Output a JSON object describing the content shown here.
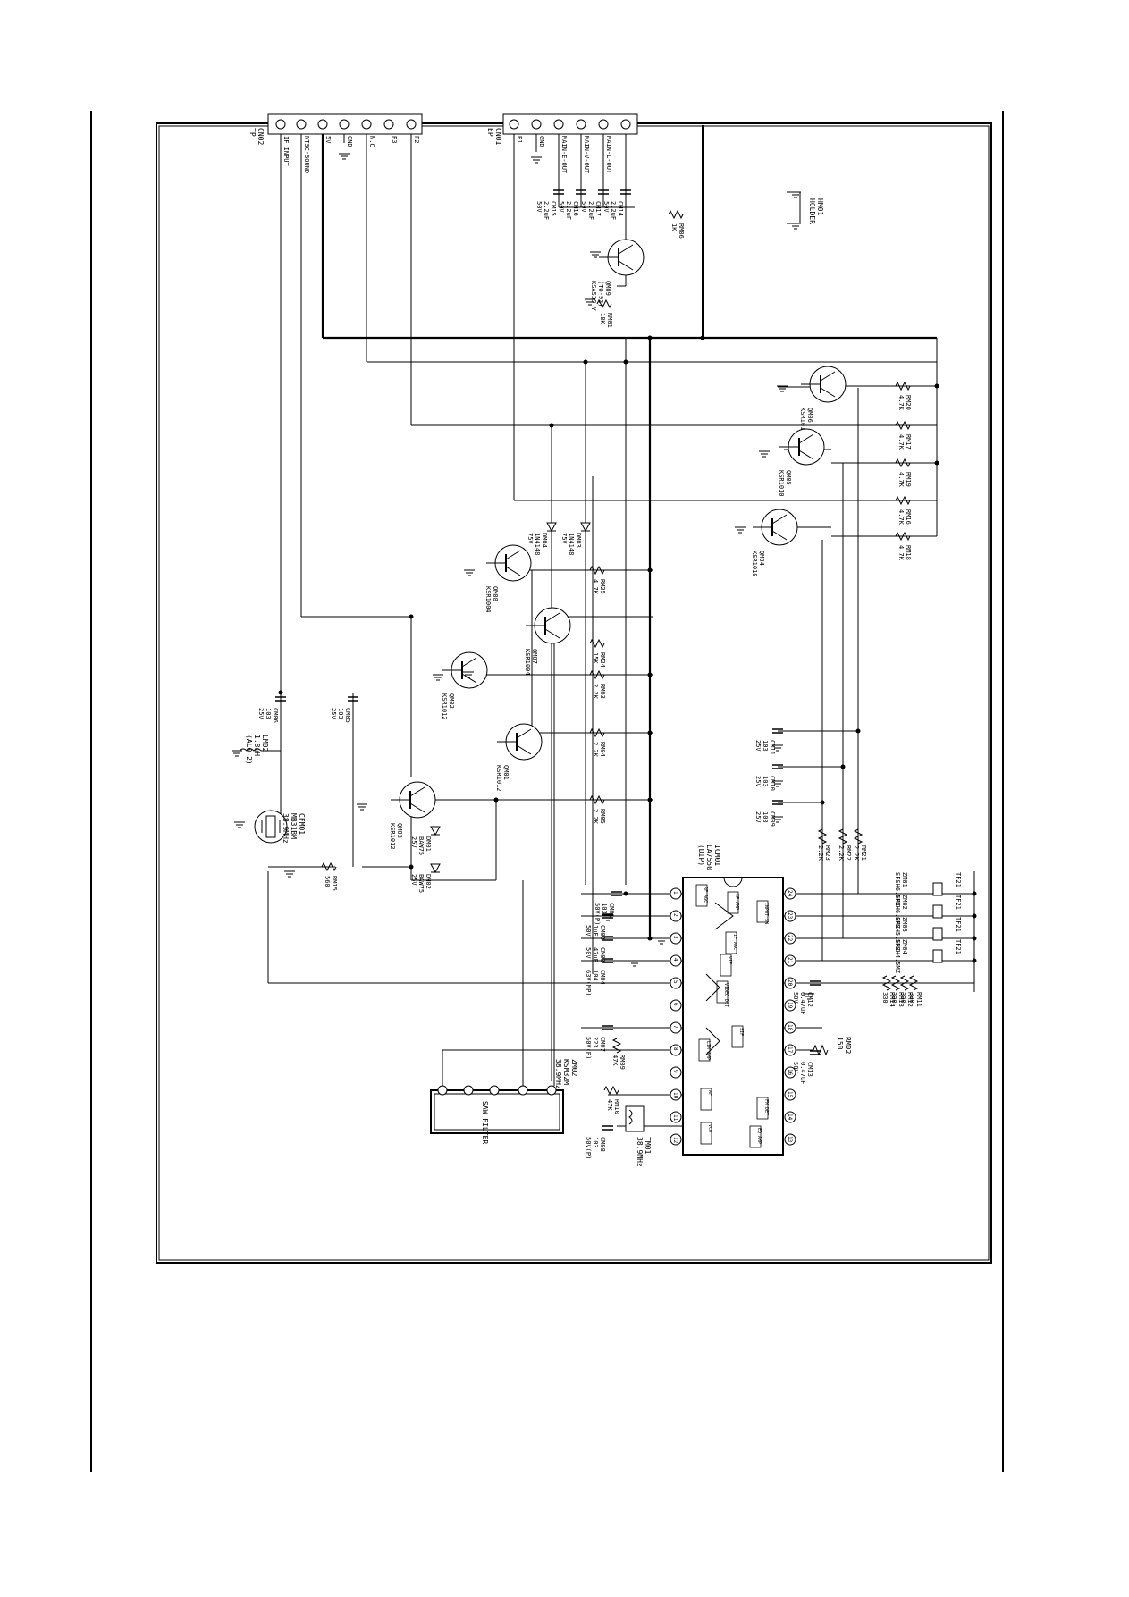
{
  "connectors": {
    "cn02": {
      "ref": "CN02",
      "subtitle": "TP",
      "pins": [
        "IF INPUT",
        "NTSC-SOUND",
        "5V",
        "GND",
        "N.C",
        "P3",
        "P2"
      ]
    },
    "cn01": {
      "ref": "CN01",
      "subtitle": "EP",
      "pins": [
        "P1",
        "GND",
        "MAIN-E-OUT",
        "MAIN-V-OUT",
        "MAIN-L-OUT"
      ]
    }
  },
  "ics": {
    "icm01": {
      "ref": "ICM01",
      "part": "LA7550",
      "pkg": "(DIP)",
      "left_pins": [
        "1",
        "2",
        "3",
        "4",
        "5",
        "6",
        "7",
        "8",
        "9",
        "10",
        "11",
        "12"
      ],
      "right_pins": [
        "24",
        "23",
        "22",
        "21",
        "20",
        "19",
        "18",
        "17",
        "16",
        "15",
        "14",
        "13"
      ],
      "blocks": [
        "RF AGC",
        "IF AMP",
        "INPUT SW",
        "IF AGC",
        "VIF",
        "VIDEO DET",
        "SIF",
        "LIM AMP",
        "AFT",
        "FM DET",
        "VCO",
        "EQ AMP"
      ]
    }
  },
  "transistors": [
    {
      "ref": "QM06",
      "part": "KSR1010"
    },
    {
      "ref": "QM05",
      "part": "KSR1010"
    },
    {
      "ref": "QM04",
      "part": "KSR1010"
    },
    {
      "ref": "QM08",
      "part": "KSR1004"
    },
    {
      "ref": "QM07",
      "part": "KSR1004"
    },
    {
      "ref": "QM02",
      "part": "KSR1012"
    },
    {
      "ref": "QM01",
      "part": "KSR1012"
    },
    {
      "ref": "QM03",
      "part": "KSR1012"
    },
    {
      "ref": "QM09",
      "part": "(TO-92)",
      "part2": "KSA539-Y"
    }
  ],
  "resistors": [
    {
      "ref": "RM20",
      "value": "4.7K"
    },
    {
      "ref": "RM17",
      "value": "4.7K"
    },
    {
      "ref": "RM19",
      "value": "4.7K"
    },
    {
      "ref": "RM16",
      "value": "4.7K"
    },
    {
      "ref": "RM18",
      "value": "4.7K"
    },
    {
      "ref": "RM25",
      "value": "4.7K"
    },
    {
      "ref": "RM24",
      "value": "15K"
    },
    {
      "ref": "RM03",
      "value": "2.2K"
    },
    {
      "ref": "RM04",
      "value": "2.2K"
    },
    {
      "ref": "RM05",
      "value": "2.2K"
    },
    {
      "ref": "RM06",
      "value": "1K"
    },
    {
      "ref": "RM01",
      "value": "18K"
    },
    {
      "ref": "RM15",
      "value": "560"
    },
    {
      "ref": "RM21",
      "value": "2.2K"
    },
    {
      "ref": "RM22",
      "value": "2.2K"
    },
    {
      "ref": "RM23",
      "value": "2.2K"
    },
    {
      "ref": "RM09",
      "value": "47K"
    },
    {
      "ref": "RM10",
      "value": "47K"
    },
    {
      "ref": "RM11",
      "value": "330"
    },
    {
      "ref": "RM12",
      "value": "330"
    },
    {
      "ref": "RM13",
      "value": "330"
    },
    {
      "ref": "RM14",
      "value": "330"
    }
  ],
  "capacitors": [
    {
      "ref": "CM14",
      "value": "2.2uF",
      "rating": "50V"
    },
    {
      "ref": "CM17",
      "value": "2.2uF",
      "rating": "50V"
    },
    {
      "ref": "CM16",
      "value": "2.2uF",
      "rating": "50V"
    },
    {
      "ref": "CM15",
      "value": "2.2uF",
      "rating": "50V"
    },
    {
      "ref": "CM06",
      "value": "103",
      "rating": "25V"
    },
    {
      "ref": "CM05",
      "value": "103",
      "rating": "25V"
    },
    {
      "ref": "CM11",
      "value": "103",
      "rating": "25V"
    },
    {
      "ref": "CM10",
      "value": "103",
      "rating": "25V"
    },
    {
      "ref": "CM09",
      "value": "103",
      "rating": "25V"
    },
    {
      "ref": "CM01",
      "value": "103",
      "rating": "50V(P)"
    },
    {
      "ref": "CM02",
      "value": "1uF",
      "rating": "50V"
    },
    {
      "ref": "CM03",
      "value": "47uF",
      "rating": "50V"
    },
    {
      "ref": "CM04",
      "value": "104",
      "rating": "63V(MP)"
    },
    {
      "ref": "CM07",
      "value": "223",
      "rating": "50V(P)"
    },
    {
      "ref": "CM08",
      "value": "103",
      "rating": "50V(P)"
    },
    {
      "ref": "CM12",
      "value": "0.47uF",
      "rating": "50V"
    },
    {
      "ref": "CM13",
      "value": "0.47uF",
      "rating": "50V"
    }
  ],
  "diodes": [
    {
      "ref": "DM04",
      "part": "1N4148",
      "rating": "75V"
    },
    {
      "ref": "DM03",
      "part": "1N4148",
      "rating": "75V"
    },
    {
      "ref": "DM01",
      "part": "BAW75",
      "rating": "25V"
    },
    {
      "ref": "DM02",
      "part": "BAW75",
      "rating": "25V"
    }
  ],
  "filters": [
    {
      "ref": "ZM01",
      "part": "SFSH6.5MZ",
      "tf": "TF21"
    },
    {
      "ref": "ZM02",
      "part": "SFSH6.0MZ",
      "tf": "TF21"
    },
    {
      "ref": "ZM03",
      "part": "SFSH5.5MZ",
      "tf": "TF21"
    },
    {
      "ref": "ZM04",
      "part": "SFSH4.5MZ",
      "tf": "TF21"
    }
  ],
  "misc": {
    "saw": {
      "label": "SAW FILTER",
      "ref": "ZM02",
      "part": "KSM32M",
      "freq": "38.9MHz"
    },
    "lm02": {
      "ref": "LM02",
      "value": "1.8uH",
      "part": "(AL0-2)"
    },
    "tm01": {
      "ref": "TM01",
      "value": "38.9MHz"
    },
    "cfm01": {
      "ref": "CFM01",
      "part": "MB31BM",
      "freq": "38.9MHz"
    },
    "rm02": {
      "ref": "RM02",
      "value": "150"
    },
    "hm01": {
      "ref": "HM01",
      "part": "HOLDER"
    }
  }
}
